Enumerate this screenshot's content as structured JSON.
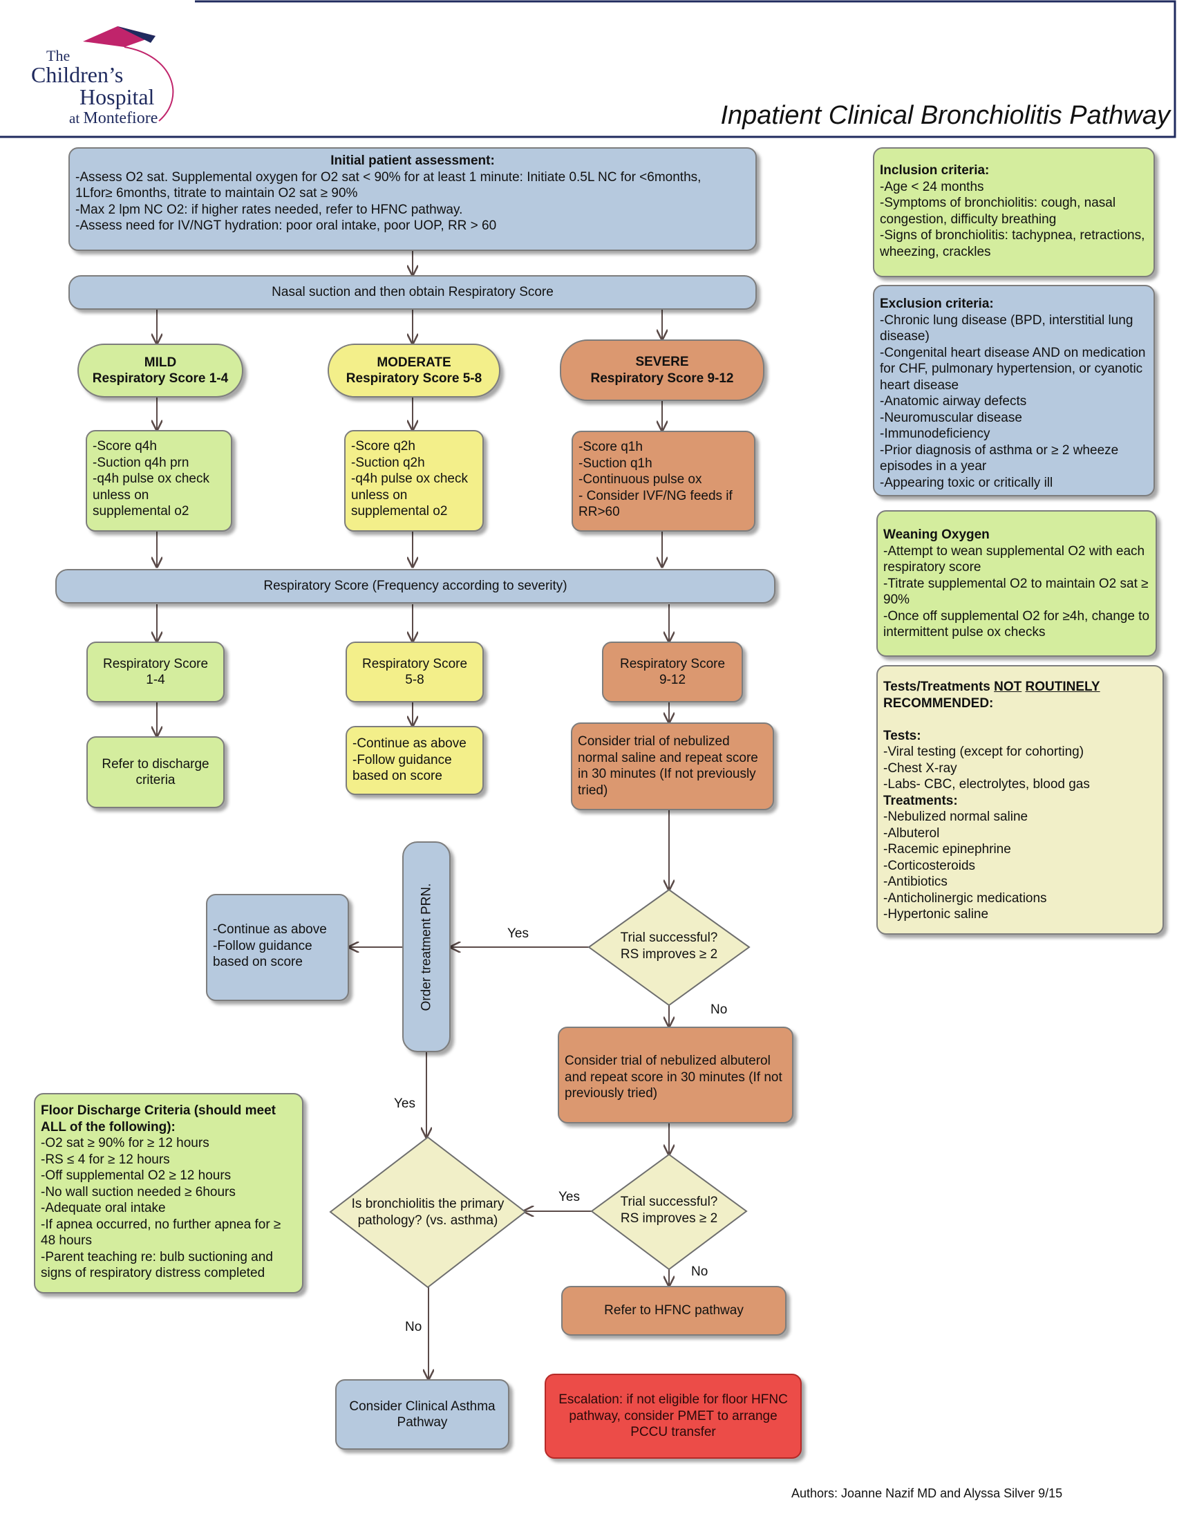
{
  "header": {
    "logo": {
      "line1": "The",
      "line2": "Children’s",
      "line3": "Hospital",
      "line4a": "at",
      "line4b": "Montefiore"
    },
    "title": "Inpatient Clinical Bronchiolitis Pathway"
  },
  "initial": {
    "heading": "Initial patient assessment:",
    "lines": [
      "-Assess O2 sat.  Supplemental oxygen for O2 sat < 90% for at least 1 minute: Initiate 0.5L NC for <6months,",
      "1Lfor≥ 6months, titrate to maintain O2 sat ≥ 90%",
      "-Max 2 lpm NC O2: if higher rates needed, refer to HFNC pathway.",
      "-Assess need for IV/NGT hydration: poor oral intake, poor UOP, RR > 60"
    ]
  },
  "suction_bar": "Nasal suction  and  then obtain Respiratory Score",
  "severity": {
    "mild": {
      "title": "MILD",
      "score": "Respiratory Score 1-4"
    },
    "moderate": {
      "title": "MODERATE",
      "score": "Respiratory Score 5-8"
    },
    "severe": {
      "title": "SEVERE",
      "score": "Respiratory Score 9-12"
    }
  },
  "care": {
    "mild": [
      "-Score q4h",
      "-Suction q4h prn",
      "-q4h pulse ox check",
      "unless on",
      "supplemental o2"
    ],
    "moderate": [
      "-Score q2h",
      "-Suction q2h",
      "-q4h pulse ox check",
      "unless on",
      "supplemental o2"
    ],
    "severe": [
      "-Score q1h",
      "-Suction q1h",
      "-Continuous pulse ox",
      "- Consider IVF/NG feeds if",
      "RR>60"
    ]
  },
  "rescore_bar": "Respiratory Score (Frequency according to severity)",
  "rescore": {
    "mild": [
      "Respiratory Score",
      "1-4"
    ],
    "moderate": [
      "Respiratory Score",
      "5-8"
    ],
    "severe": [
      "Respiratory Score",
      "9-12"
    ]
  },
  "discharge_refer": [
    "Refer to discharge",
    "criteria"
  ],
  "continue_mod": [
    "-Continue as above",
    "-Follow guidance",
    "based on score"
  ],
  "saline_trial": [
    "Consider trial of nebulized",
    "normal saline and repeat score",
    "in 30 minutes (If not previously",
    "tried)"
  ],
  "order_prn": "Order treatment PRN.",
  "continue_left": [
    "-Continue as above",
    "-Follow guidance",
    "based on score"
  ],
  "diamond1": [
    "Trial successful?",
    "RS improves ≥ 2"
  ],
  "albuterol_trial": [
    "Consider trial of nebulized albuterol",
    "and repeat score in 30 minutes (If not",
    "previously tried)"
  ],
  "diamond2": [
    "Trial successful?",
    "RS improves ≥ 2"
  ],
  "diamond3": [
    "Is bronchiolitis the primary",
    "pathology? (vs. asthma)"
  ],
  "hfnc": "Refer to HFNC pathway",
  "asthma": [
    "Consider Clinical Asthma",
    "Pathway"
  ],
  "escalation": [
    "Escalation: if not eligible for floor HFNC",
    "pathway, consider PMET to arrange",
    "PCCU transfer"
  ],
  "edge_labels": {
    "yes": "Yes",
    "no": "No"
  },
  "inclusion": {
    "heading": "Inclusion criteria:",
    "lines": [
      "-Age < 24 months",
      "-Symptoms of bronchiolitis: cough, nasal",
      "congestion, difficulty breathing",
      "-Signs of bronchiolitis: tachypnea, retractions,",
      "wheezing, crackles"
    ]
  },
  "exclusion": {
    "heading": "Exclusion criteria:",
    "lines": [
      "-Chronic lung disease (BPD, interstitial lung",
      "disease)",
      "-Congenital heart disease AND on medication",
      "for CHF, pulmonary hypertension, or cyanotic",
      "heart disease",
      "-Anatomic airway defects",
      "-Neuromuscular disease",
      "-Immunodeficiency",
      "-Prior diagnosis of asthma or ≥ 2 wheeze",
      "episodes in a year",
      "-Appearing toxic or critically ill"
    ]
  },
  "weaning": {
    "heading": "Weaning Oxygen",
    "lines": [
      "-Attempt to wean supplemental O2 with each",
      "respiratory score",
      "-Titrate supplemental O2 to maintain O2 sat ≥",
      "90%",
      "-Once off supplemental O2 for ≥4h, change to",
      "intermittent pulse ox checks"
    ]
  },
  "tests": {
    "heading_a": "Tests/Treatments ",
    "heading_not": "NOT",
    "heading_routinely": "ROUTINELY",
    "heading_b": "RECOMMENDED:",
    "tests_label": "Tests:",
    "tests": [
      "-Viral testing (except for cohorting)",
      "-Chest X-ray",
      "-Labs- CBC, electrolytes, blood gas"
    ],
    "treatments_label": "Treatments:",
    "treatments": [
      "-Nebulized normal saline",
      "-Albuterol",
      "-Racemic epinephrine",
      "-Corticosteroids",
      "-Antibiotics",
      "-Anticholinergic medications",
      "-Hypertonic saline"
    ]
  },
  "discharge_criteria": {
    "heading": [
      "Floor Discharge Criteria (should meet",
      "ALL of the following):"
    ],
    "lines": [
      "-O2 sat ≥ 90% for ≥ 12 hours",
      "-RS ≤ 4 for ≥ 12 hours",
      "-Off supplemental O2 ≥  12 hours",
      "-No wall suction needed ≥ 6hours",
      "-Adequate oral intake",
      "-If apnea occurred, no further apnea for ≥",
      "48 hours",
      "-Parent teaching re: bulb suctioning and",
      "signs of respiratory distress completed"
    ]
  },
  "authors": "Authors: Joanne Nazif MD and Alyssa Silver 9/15",
  "colors": {
    "blue": "#b6c9de",
    "green": "#d4ed9e",
    "yellow": "#f3ef8a",
    "orange": "#db9870",
    "cream": "#f1efc8",
    "red": "#ec4c48",
    "header_navy": "#1f2a5e",
    "logo_magenta": "#c0246b"
  }
}
